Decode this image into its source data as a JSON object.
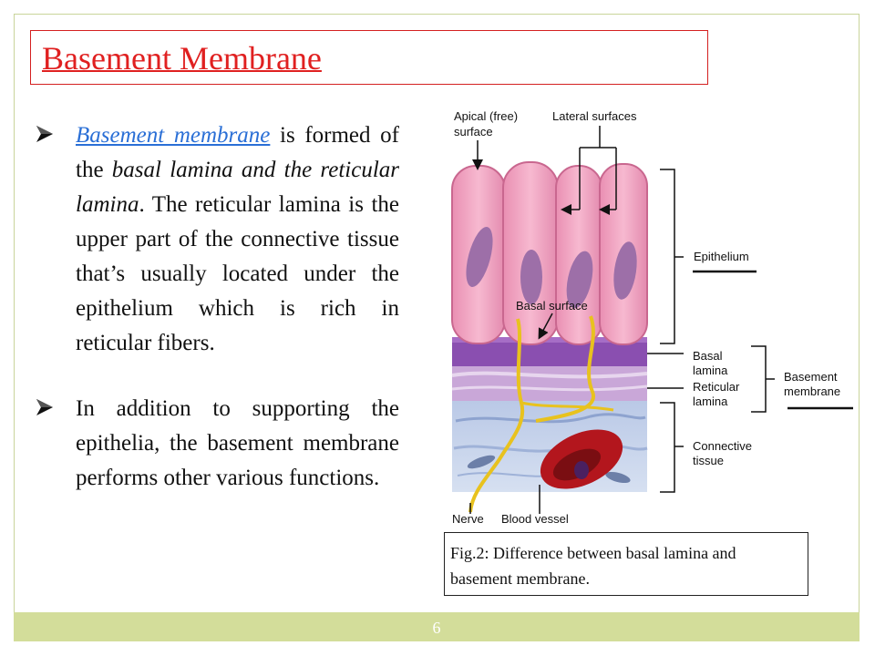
{
  "slide": {
    "title": "Basement Membrane",
    "page_number": "6"
  },
  "bullets": [
    {
      "link_text": "Basement membrane",
      "t1": " is formed of the ",
      "em1": "basal lamina and the reticular lamina",
      "t2": ". The reticular lamina is the upper part of the connective tissue that’s usually located under the epithelium which is rich in reticular fibers."
    },
    {
      "text": "In addition to supporting the epithelia, the basement membrane performs other various functions."
    }
  ],
  "figure": {
    "labels": {
      "apical_line1": "Apical (free)",
      "apical_line2": "surface",
      "lateral": "Lateral surfaces",
      "epithelium": "Epithelium",
      "basal_surface": "Basal surface",
      "basal_line1": "Basal",
      "basal_line2": "lamina",
      "reticular_line1": "Reticular",
      "reticular_line2": "lamina",
      "basement_line1": "Basement",
      "basement_line2": "membrane",
      "connective_line1": "Connective",
      "connective_line2": "tissue",
      "nerve": "Nerve",
      "blood_vessel": "Blood vessel"
    },
    "caption": "Fig.2: Difference between basal lamina and basement membrane."
  },
  "colors": {
    "title_red": "#e02020",
    "link_blue": "#2a6fd6",
    "footer_green": "#d3dd9a",
    "cell_pink": "#f3a6c2",
    "nucleus_purple": "#9d6fa8",
    "basal_lamina_purple": "#8a4fb0",
    "nerve_yellow": "#e8c21e",
    "vessel_red": "#b3161d"
  }
}
